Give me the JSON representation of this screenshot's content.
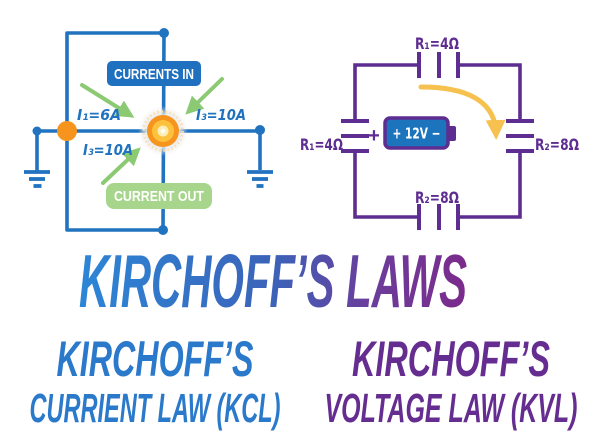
{
  "title": {
    "text": "KIRCHOFF’S LAWS"
  },
  "subtitles": {
    "kcl_line1": "KIRCHOFF’S",
    "kcl_line2": "CURRIENT LAW (KCL)",
    "kvl_line1": "KIRCHOFF’S",
    "kvl_line2": "VOLTAGE LAW (KVL)"
  },
  "kcl": {
    "badge_in": "CURRENTS IN",
    "badge_out": "CURRENT OUT",
    "current_left": "I₁=6A",
    "current_bottom_left": "I₃=10A",
    "current_right": "I₃=10A"
  },
  "kvl": {
    "resistor_top": "R₁=4Ω",
    "resistor_left": "R₁=4Ω",
    "resistor_right": "R₂=8Ω",
    "resistor_bottom": "R₂=8Ω",
    "battery_text": "+ 12V −",
    "battery_plus": "+"
  },
  "colors": {
    "kcl-wire": "#2173bf",
    "kcl-node-orange": "#f7941e",
    "kcl-node-yellow": "#fcc23e",
    "kcl-node-core": "#fdeeb5",
    "kcl-halo": "#e9e9e9",
    "kcl-halo-ring": "#f9dfae",
    "kcl-arrow-green": "#8cc973",
    "badge-in-bg": "#1f70bf",
    "badge-out-bg": "#a7d58c",
    "badge-text": "#ffffff",
    "kvl-wire": "#5e2d91",
    "battery-fill": "#1b74bc",
    "battery-text": "#ffffff",
    "kvl-arrow-yellow": "#f6c14f",
    "title-grad-start": "#2c86d6",
    "title-grad-mid1": "#3b63b9",
    "title-grad-mid2": "#6b3d9b",
    "title-grad-end": "#7b2b8c",
    "subtitle-blue": "#2a79ca",
    "subtitle-purple": "#662d91"
  }
}
